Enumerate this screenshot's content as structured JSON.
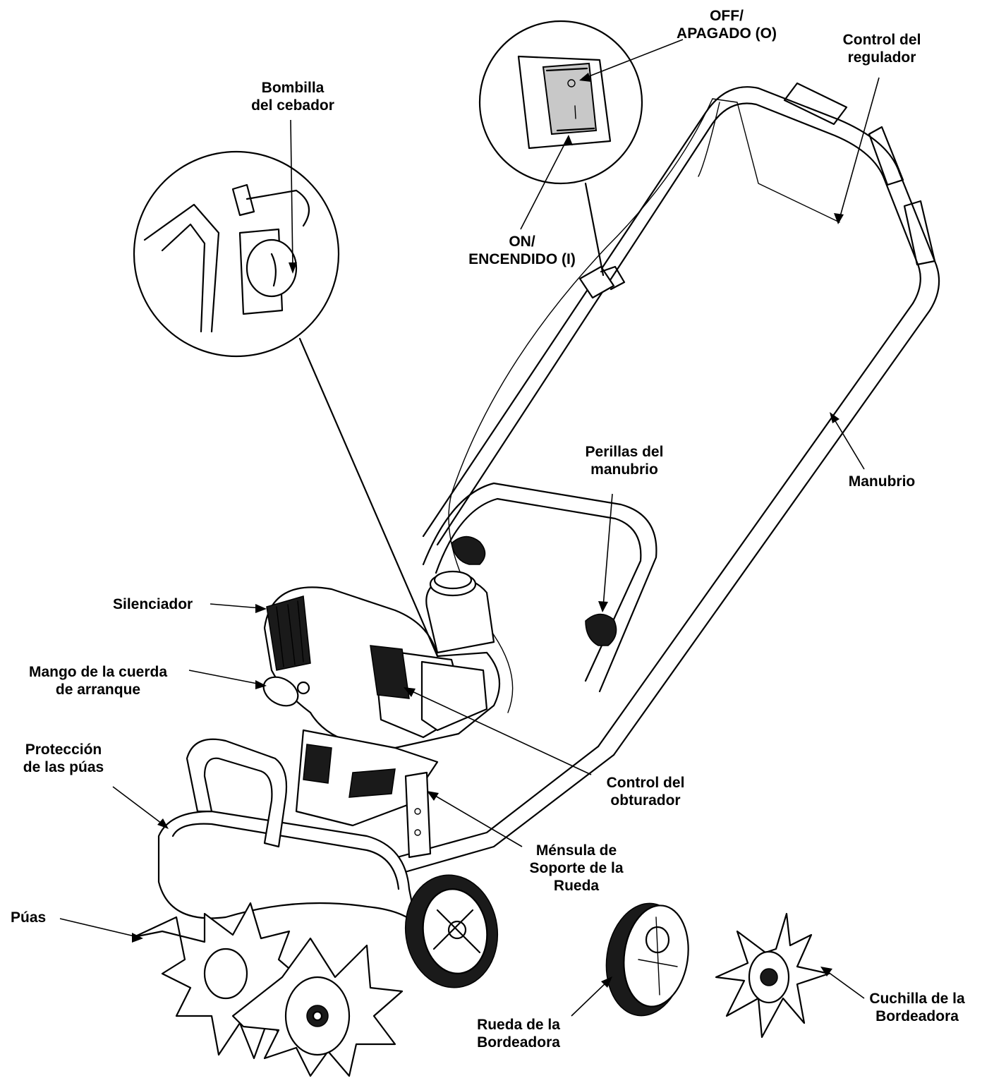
{
  "labels": {
    "off_switch": [
      "OFF/",
      "APAGADO (O)"
    ],
    "throttle_control": [
      "Control del",
      "regulador"
    ],
    "primer_bulb": [
      "Bombilla",
      "del cebador"
    ],
    "on_switch": [
      "ON/",
      "ENCENDIDO (I)"
    ],
    "handle": [
      "Manubrio"
    ],
    "handle_knobs": [
      "Perillas del",
      "manubrio"
    ],
    "muffler": [
      "Silenciador"
    ],
    "starter_handle": [
      "Mango de la cuerda",
      "de arranque"
    ],
    "tine_guard": [
      "Protección",
      "de las púas"
    ],
    "choke_control": [
      "Control del",
      "obturador"
    ],
    "wheel_bracket": [
      "Ménsula de",
      "Soporte de la",
      "Rueda"
    ],
    "tines": [
      "Púas"
    ],
    "edger_wheel": [
      "Rueda de la",
      "Bordeadora"
    ],
    "edger_blade": [
      "Cuchilla de la",
      "Bordeadora"
    ]
  },
  "switch_marks": {
    "off": "O",
    "on": "I"
  },
  "colors": {
    "ink": "#000000",
    "switch_gray": "#c8c8c8",
    "background": "#ffffff"
  }
}
